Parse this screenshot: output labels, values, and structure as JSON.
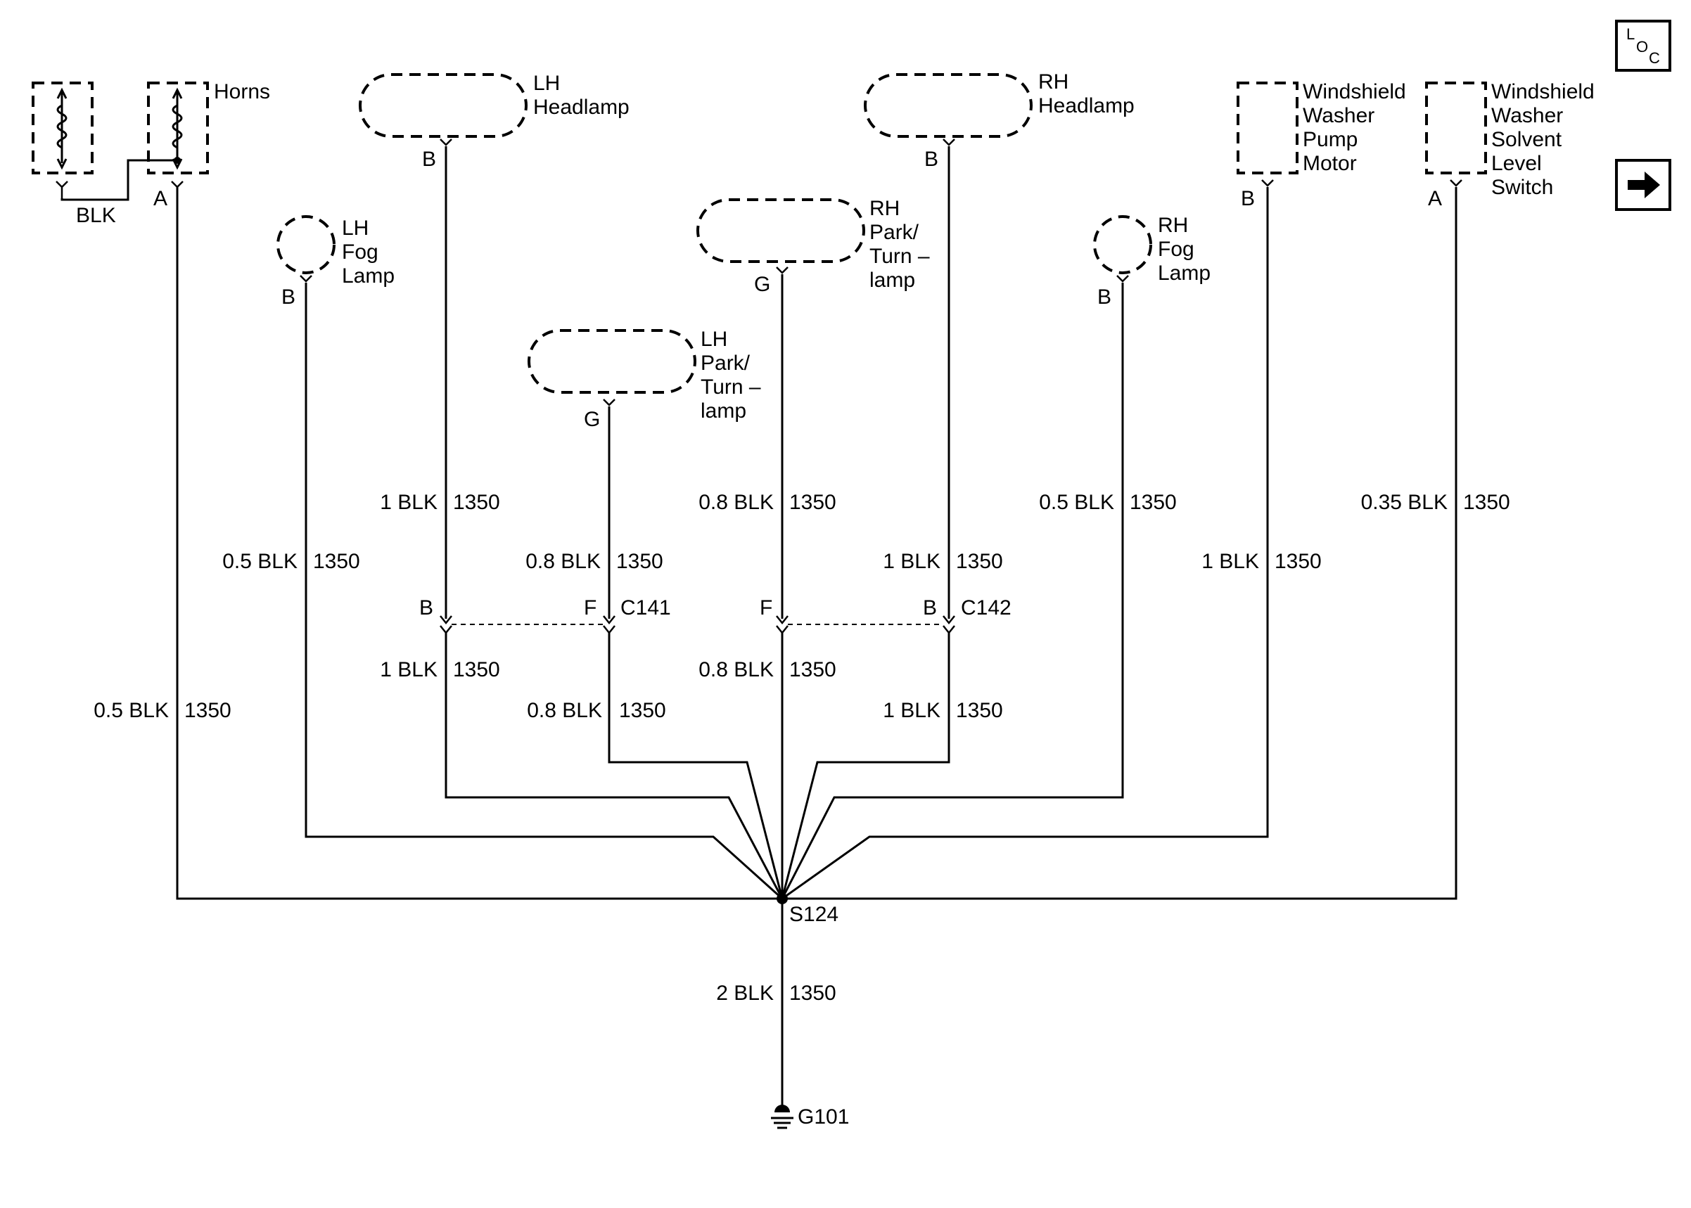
{
  "components": {
    "horns": "Horns",
    "lh_headlamp": [
      "LH",
      "Headlamp"
    ],
    "rh_headlamp": [
      "RH",
      "Headlamp"
    ],
    "lh_fog": [
      "LH",
      "Fog",
      "Lamp"
    ],
    "rh_fog": [
      "RH",
      "Fog",
      "Lamp"
    ],
    "rh_park": [
      "RH",
      "Park/",
      "Turn –",
      "lamp"
    ],
    "lh_park": [
      "LH",
      "Park/",
      "Turn –",
      "lamp"
    ],
    "washer_pump": [
      "Windshield",
      "Washer",
      "Pump",
      "Motor"
    ],
    "washer_switch": [
      "Windshield",
      "Washer",
      "Solvent",
      "Level",
      "Switch"
    ]
  },
  "horn_jumper_wire": "BLK",
  "pins": {
    "horn": "A",
    "lh_headlamp": "B",
    "rh_headlamp": "B",
    "lh_fog": "B",
    "rh_fog": "B",
    "rh_park": "G",
    "lh_park": "G",
    "washer_pump": "B",
    "washer_switch": "A",
    "c141_b": "B",
    "c141_f": "F",
    "c142_f": "F",
    "c142_b": "B"
  },
  "connectors": {
    "c141": "C141",
    "c142": "C142"
  },
  "splice": "S124",
  "ground": "G101",
  "circuit": "1350",
  "wires": {
    "horn": "0.5 BLK",
    "lh_fog": "0.5 BLK",
    "lh_headlamp_upper": "1 BLK",
    "lh_headlamp_lower": "1 BLK",
    "lh_park_upper": "0.8 BLK",
    "lh_park_lower": "0.8 BLK",
    "rh_park_upper": "0.8 BLK",
    "rh_park_lower": "0.8 BLK",
    "rh_headlamp_upper": "1 BLK",
    "rh_headlamp_lower": "1 BLK",
    "rh_fog": "0.5 BLK",
    "washer_pump": "1 BLK",
    "washer_switch": "0.35 BLK",
    "ground": "2 BLK"
  },
  "nav": {
    "loc_letters": [
      "L",
      "O",
      "C"
    ],
    "next_icon": "arrow-right-icon"
  }
}
